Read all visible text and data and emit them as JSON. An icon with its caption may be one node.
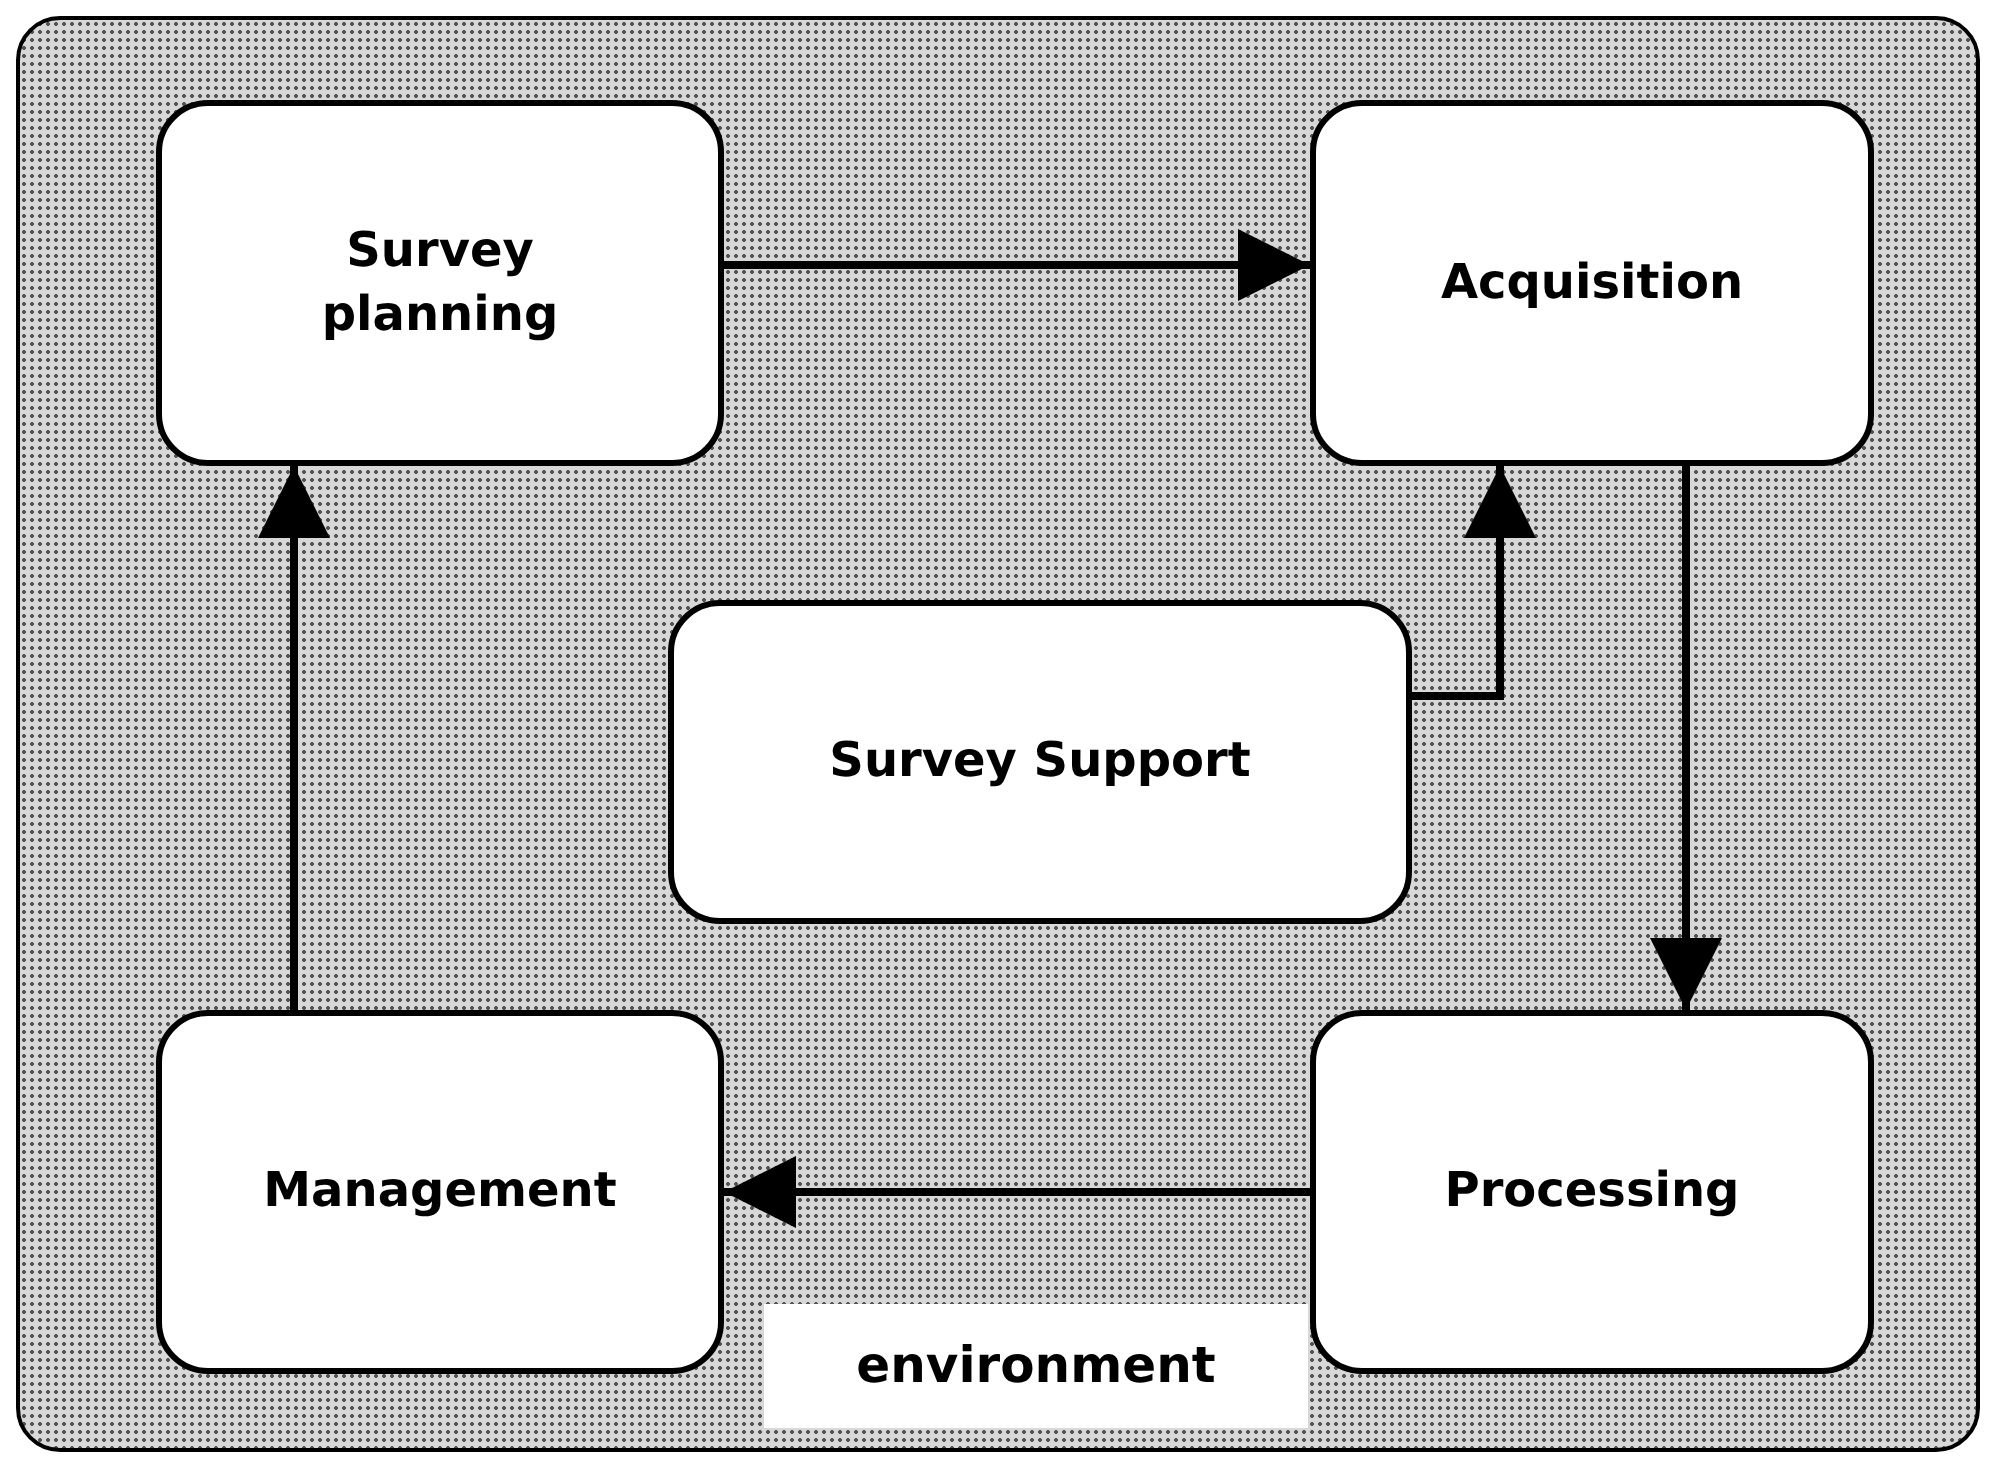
{
  "diagram": {
    "nodes": [
      {
        "text": [
          "environment"
        ]
      },
      {
        "text": [
          "Survey planning"
        ],
        "in": 0
      },
      {
        "text": [
          "Acquisition"
        ],
        "in": 0
      },
      {
        "text": [
          "Survey Support"
        ],
        "in": 0
      },
      {
        "text": [
          "Management"
        ],
        "in": 0
      },
      {
        "text": [
          "Processing"
        ],
        "in": 0
      }
    ],
    "edges": [
      {
        "from": 1,
        "to": 2,
        "arrow": "to"
      },
      {
        "from": 2,
        "to": 5,
        "arrow": "to"
      },
      {
        "from": 5,
        "to": 4,
        "arrow": "to"
      },
      {
        "from": 4,
        "to": 1,
        "arrow": "to"
      },
      {
        "from": 3,
        "to": 2,
        "arrow": "to"
      }
    ]
  }
}
